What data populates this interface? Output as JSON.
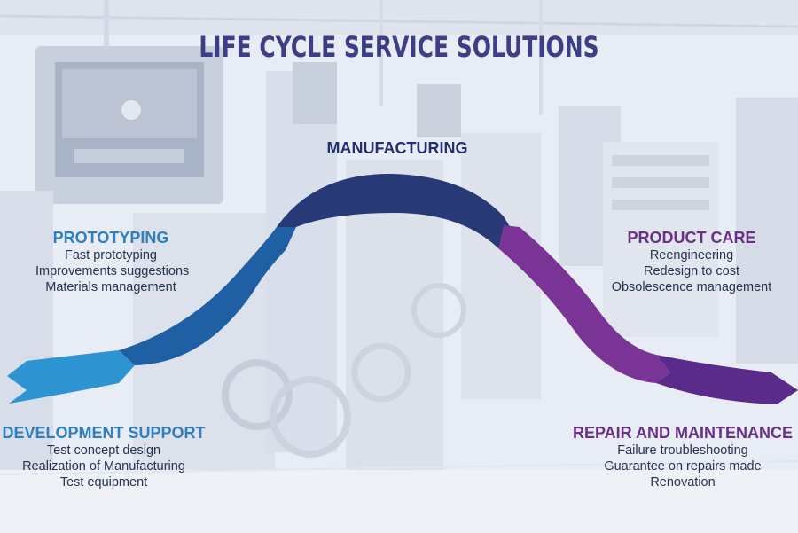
{
  "title": "LIFE CYCLE SERVICE SOLUTIONS",
  "colors": {
    "title": "#3c3f86",
    "heading_blue": "#2f7fc0",
    "heading_navy": "#23306f",
    "heading_purple": "#6a2f86",
    "text": "#26344f",
    "arrow_light_blue": "#2d93d1",
    "arrow_blue": "#1f5fa4",
    "arrow_navy": "#283978",
    "arrow_purple": "#7a3495",
    "arrow_violet": "#5b2b8c"
  },
  "stages": [
    {
      "heading": "PROTOTYPING",
      "items": [
        "Fast prototyping",
        "Improvements suggestions",
        "Materials management"
      ]
    },
    {
      "heading": "MANUFACTURING",
      "items": []
    },
    {
      "heading": "PRODUCT CARE",
      "items": [
        "Reengineering",
        "Redesign to cost",
        "Obsolescence management"
      ]
    },
    {
      "heading": "DEVELOPMENT SUPPORT",
      "items": [
        "Test concept design",
        "Realization of Manufacturing",
        "Test equipment"
      ]
    },
    {
      "heading": "REPAIR AND MAINTENANCE",
      "items": [
        "Failure troubleshooting",
        "Guarantee on repairs made",
        "Renovation"
      ]
    }
  ]
}
